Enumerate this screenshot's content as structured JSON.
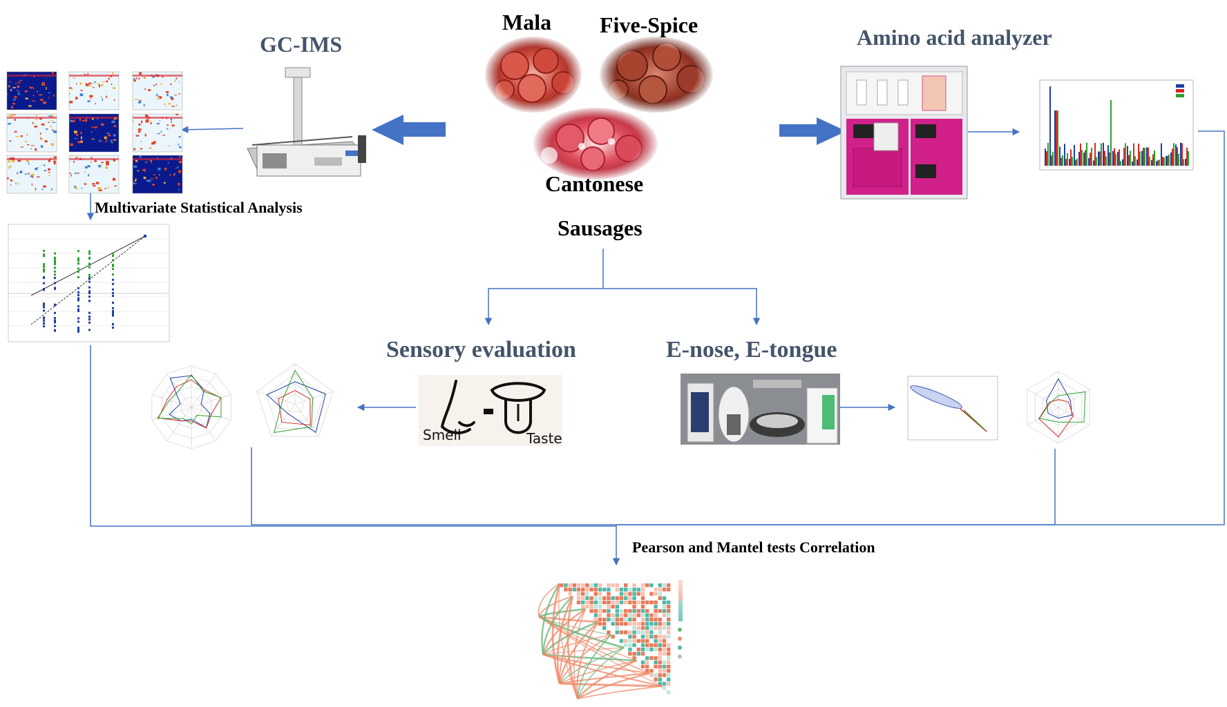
{
  "samples": {
    "mala": "Mala",
    "five_spice": "Five-Spice",
    "cantonese": "Cantonese",
    "sausages": "Sausages"
  },
  "methods": {
    "gc_ims": "GC-IMS",
    "amino_acid": "Amino acid analyzer",
    "sensory": "Sensory evaluation",
    "enose_etongue": "E-nose, E-tongue",
    "multivariate": "Multivariate Statistical Analysis",
    "correlation": "Pearson and Mantel tests Correlation"
  },
  "sensory_icon": {
    "smell": "Smell",
    "taste": "Taste"
  },
  "colors": {
    "arrow_blue": "#4472c4",
    "heading_gray": "#44546a",
    "sausage_red": "#b33a2e",
    "instrument_magenta": "#d1208a",
    "series_blue": "#1f3fa0",
    "series_red": "#d62728",
    "series_green": "#2ca02c"
  }
}
